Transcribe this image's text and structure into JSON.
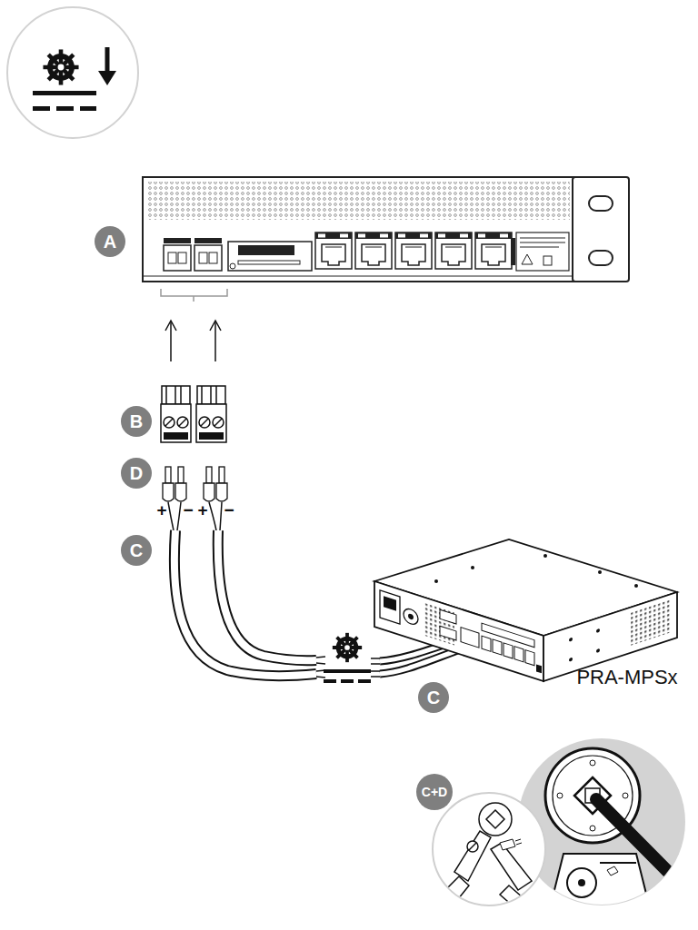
{
  "diagram": {
    "labels": [
      "A",
      "B",
      "D",
      "+",
      "−",
      "+",
      "−",
      "C",
      "C",
      "PRA-MPSx",
      "C+D"
    ]
  }
}
